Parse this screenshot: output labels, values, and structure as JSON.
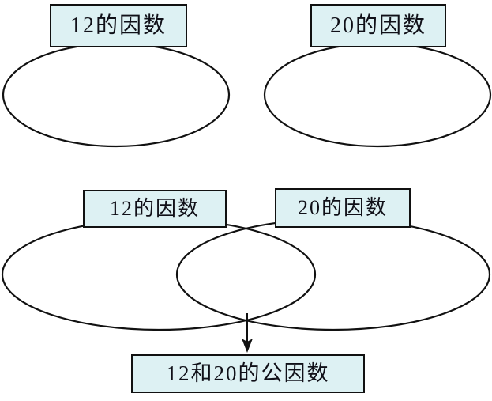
{
  "diagram": {
    "title_text": "",
    "colors": {
      "box_fill": "#ddf1f3",
      "box_border": "#111111",
      "stroke": "#111111",
      "background": "#ffffff"
    },
    "top_section": {
      "left_set_label": "12的因数",
      "right_set_label": "20的因数"
    },
    "bottom_section": {
      "left_set_label": "12的因数",
      "right_set_label": "20的因数",
      "intersection_result_label": "12和20的公因数"
    }
  }
}
